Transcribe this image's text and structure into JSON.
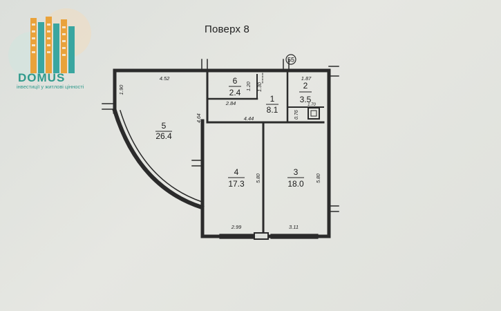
{
  "floor_title": "Поверх 8",
  "brand": {
    "name": "DOMUS",
    "tagline": "інвестиції у житлові цінності"
  },
  "marker": "55",
  "rooms": [
    {
      "number": "1",
      "area": "8.1"
    },
    {
      "number": "2",
      "area": "3.5"
    },
    {
      "number": "3",
      "area": "18.0"
    },
    {
      "number": "4",
      "area": "17.3"
    },
    {
      "number": "5",
      "area": "26.4"
    },
    {
      "number": "6",
      "area": "2.4"
    }
  ],
  "dimensions": {
    "top_left": "4.52",
    "left_side": "1.90",
    "room6_height": "1.20",
    "corridor_gap": "1.30",
    "room2_width": "1.87",
    "room2_inner": "0.76",
    "corridor_width": "2.84",
    "partition_height": "4.64",
    "partition_width": "4.44",
    "room4_height": "5.80",
    "room3_height": "5.80",
    "room4_width": "2.99",
    "room3_width": "3.11",
    "duct": "1.70"
  },
  "colors": {
    "wall": "#2b2b2b",
    "brand": "#2f9a8c",
    "logo_orange": "#e9a23b",
    "logo_teal": "#3aa6a0"
  }
}
